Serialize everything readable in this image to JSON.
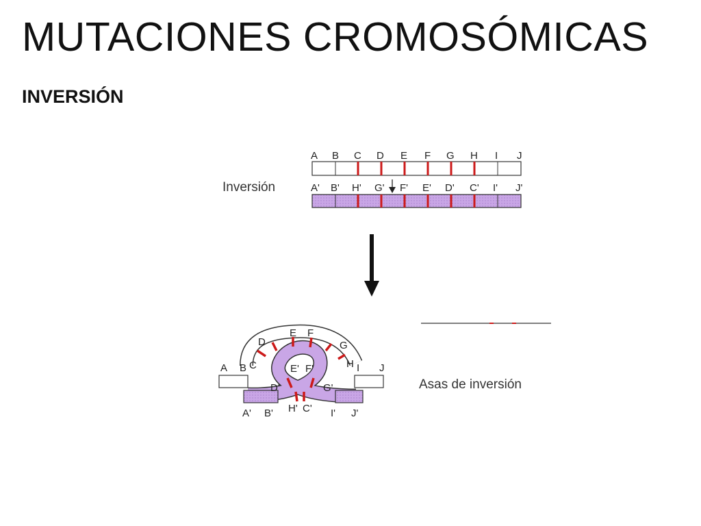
{
  "slide": {
    "title": "MUTACIONES CROMOSÓMICAS",
    "subtitle": "INVERSIÓN"
  },
  "top_diagram": {
    "label": "Inversión",
    "top_genes": [
      "A",
      "B",
      "C",
      "D",
      "E",
      "F",
      "G",
      "H",
      "I",
      "J"
    ],
    "bottom_genes": [
      "A'",
      "B'",
      "H'",
      "G'",
      "F'",
      "E'",
      "D'",
      "C'",
      "I'",
      "J'"
    ]
  },
  "loop_diagram": {
    "caption": "Asas de inversión",
    "left_genes": [
      "A",
      "B"
    ],
    "loop_outer": [
      "C",
      "D",
      "E",
      "F",
      "G",
      "H"
    ],
    "right_genes": [
      "I",
      "J"
    ],
    "loop_inner": [
      "E'",
      "F'",
      "D'",
      "G'"
    ],
    "bottom_genes": [
      "A'",
      "B'",
      "H'",
      "C'",
      "I'",
      "J'"
    ]
  },
  "colors": {
    "homolog_fill": "#c9a6e6",
    "marker": "#cc1a1a",
    "outline": "#333333"
  },
  "icons": [
    "down-arrow-icon"
  ]
}
